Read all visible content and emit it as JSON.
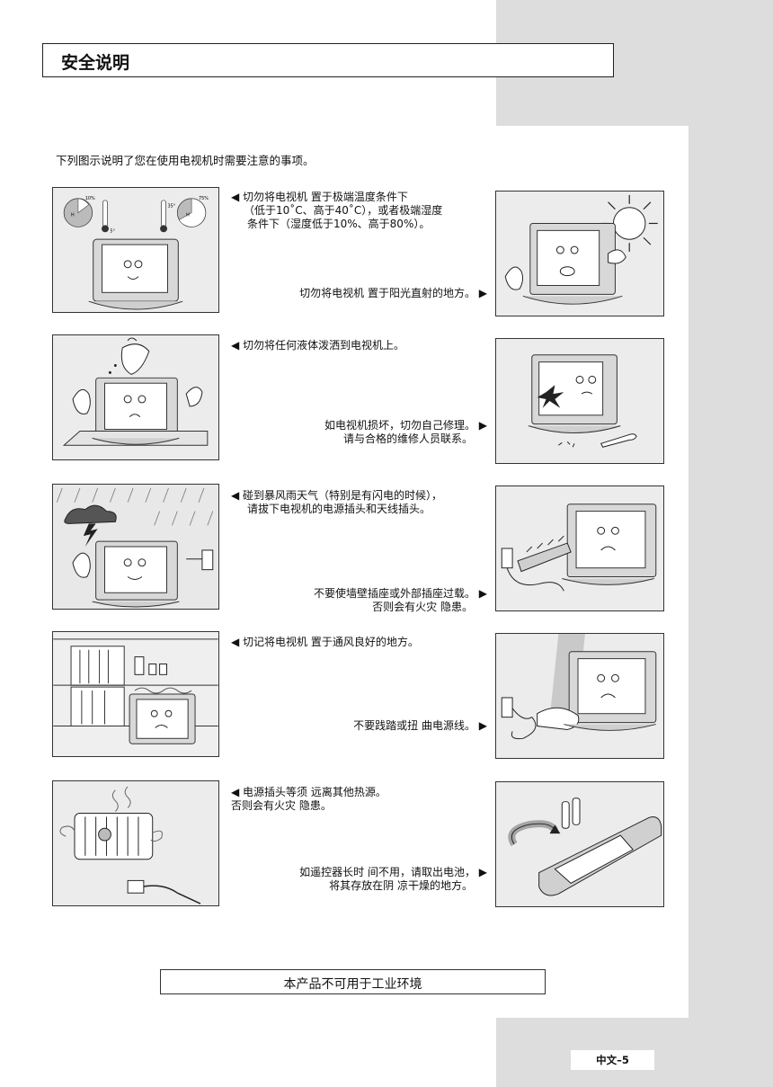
{
  "header": {
    "title": "安全说明"
  },
  "intro": "下列图示说明了您在使用电视机时需要注意的事项。",
  "illustrations": {
    "humidity_low": "10%",
    "humidity_high": "75%",
    "temp_low": "5°",
    "temp_high": "35°",
    "hygrometer_label": "H"
  },
  "rows": [
    {
      "left": {
        "lines": [
          "◀ 切勿将电视机 置于极端温度条件下",
          "（低于10˚C、高于40˚C），或者极端湿度",
          "条件下（湿度低于10%、高于80%）。"
        ]
      },
      "right": {
        "lines": [
          "切勿将电视机 置于阳光直射的地方。 ▶"
        ]
      }
    },
    {
      "left": {
        "lines": [
          "◀ 切勿将任何液体泼洒到电视机上。"
        ]
      },
      "right": {
        "lines": [
          "如电视机损坏，切勿自己修理。 ▶",
          "请与合格的维修人员联系。"
        ]
      }
    },
    {
      "left": {
        "lines": [
          "◀ 碰到暴风雨天气（特别是有闪电的时候），",
          "请拔下电视机的电源插头和天线插头。"
        ]
      },
      "right": {
        "lines": [
          "不要使墙壁插座或外部插座过载。 ▶",
          "否则会有火灾 隐患。"
        ]
      }
    },
    {
      "left": {
        "lines": [
          "◀ 切记将电视机 置于通风良好的地方。"
        ]
      },
      "right": {
        "lines": [
          "不要践踏或扭 曲电源线。 ▶"
        ]
      }
    },
    {
      "left": {
        "lines": [
          "◀ 电源插头等须 远离其他热源。",
          "否则会有火灾 隐患。"
        ]
      },
      "right": {
        "lines": [
          "如遥控器长时 间不用，请取出电池， ▶",
          "将其存放在阴 凉干燥的地方。"
        ]
      }
    }
  ],
  "notice": "本产品不可用于工业环境",
  "page_number": "中文–5"
}
